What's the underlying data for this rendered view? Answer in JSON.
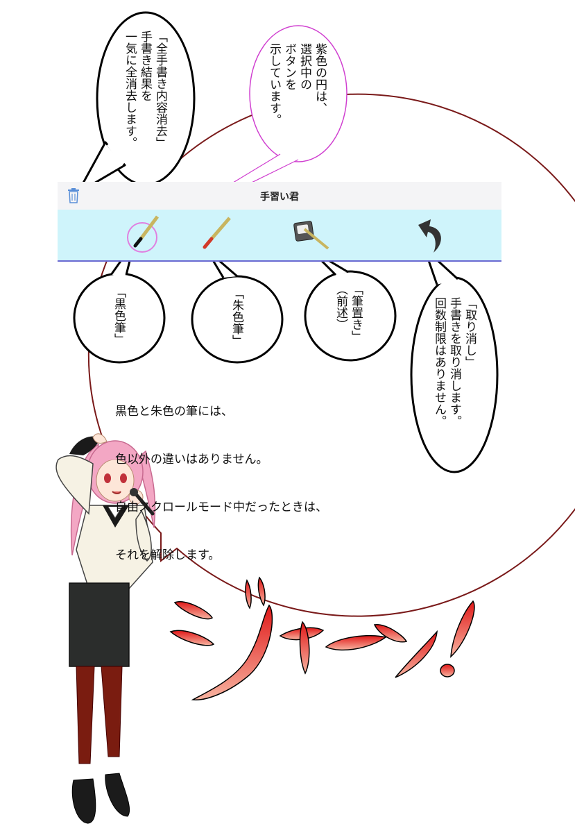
{
  "app": {
    "title": "手習い君"
  },
  "toolbar": {
    "buttons": [
      "black-brush",
      "vermilion-brush",
      "brush-rest",
      "undo"
    ]
  },
  "callouts": {
    "clear_all": "「全手書き内容消去」\n手書き結果を\n一気に全消去します。",
    "purple_circle": "紫色の円は、\n選択中の\nボタンを\n示しています。",
    "black_brush": "「黒色筆」",
    "red_brush": "「朱色筆」",
    "brush_rest": "「筆置き」\n（前述）",
    "undo": "「取り消し」\n手書きを取り消します。\n回数制限はありません。"
  },
  "explanation": {
    "line1": "黒色と朱色の筆には、",
    "line2": "色以外の違いはありません。",
    "line3": "自由スクロールモード中だったときは、",
    "line4": "それを解除します。"
  },
  "exclamation": "ジャーン！",
  "colors": {
    "toolbar_bg": "#cff4fb",
    "selection_circle": "#e080e0",
    "accent_red": "#e83a3a",
    "trash_icon": "#5a8fd8"
  }
}
